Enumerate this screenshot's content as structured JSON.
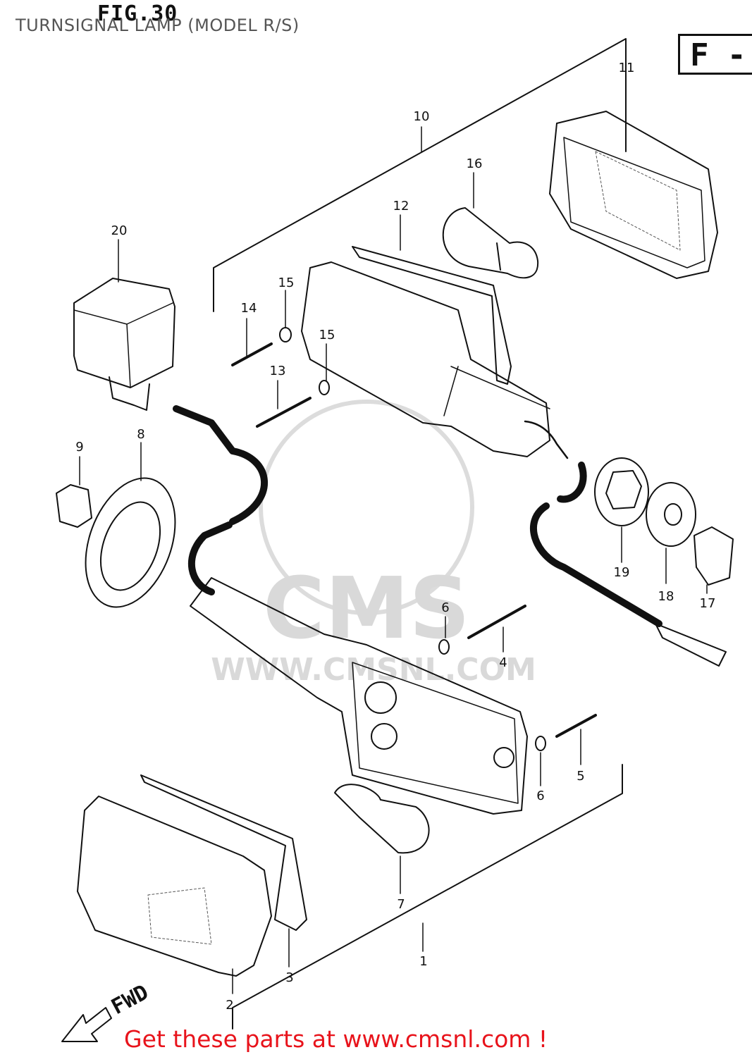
{
  "header": {
    "title": "TURNSIGNAL LAMP (MODEL R/S)",
    "figure_label": "FIG.30",
    "corner_code": "F -"
  },
  "watermark": {
    "brand": "CMS",
    "url": "WWW.CMSNL.COM"
  },
  "direction_marker": {
    "label": "FWD"
  },
  "callouts": [
    "1",
    "2",
    "3",
    "4",
    "5",
    "6",
    "6",
    "7",
    "8",
    "9",
    "10",
    "11",
    "12",
    "13",
    "14",
    "15",
    "15",
    "16",
    "17",
    "18",
    "19",
    "20"
  ],
  "footer": {
    "link_text": "Get these parts at www.cmsnl.com !",
    "color": "#e8131b"
  }
}
